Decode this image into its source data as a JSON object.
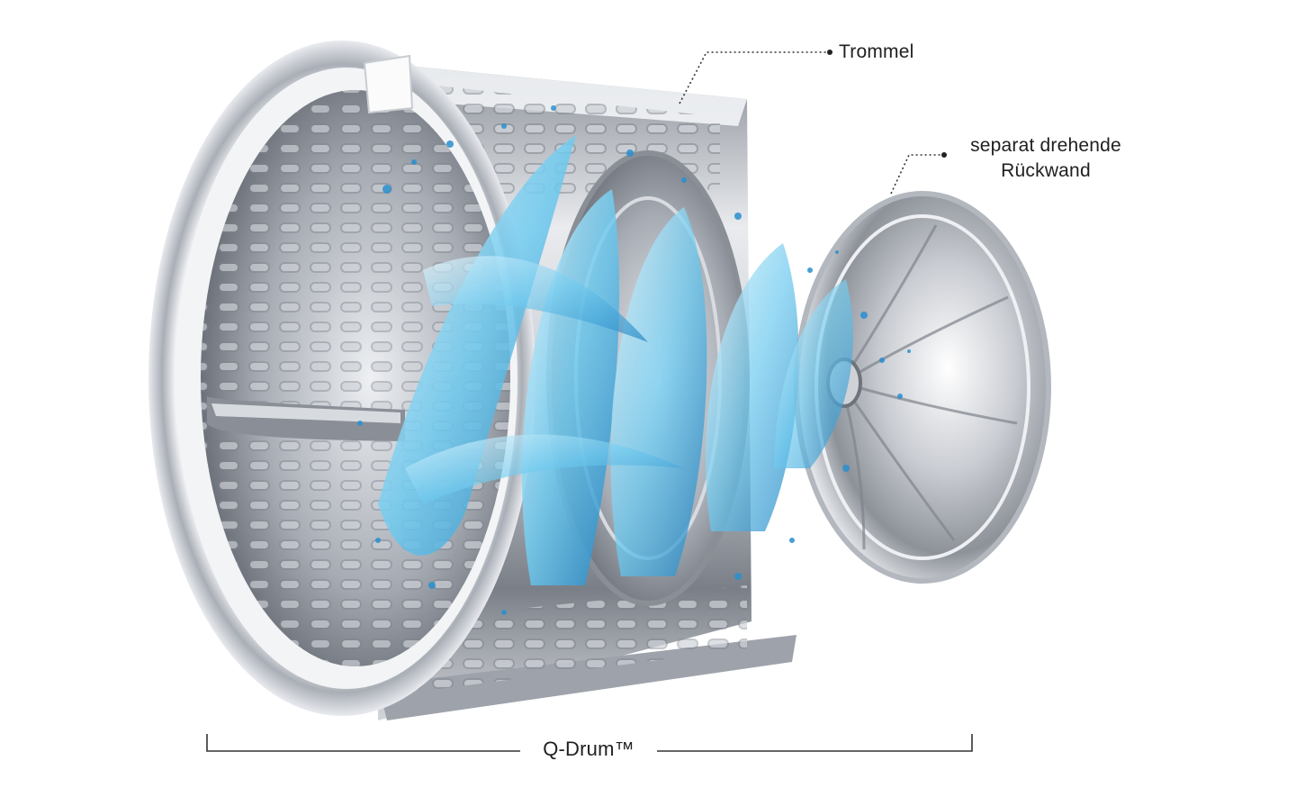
{
  "annotations": {
    "trommel": "Trommel",
    "rueckwand_line1": "separat drehende",
    "rueckwand_line2": "Rückwand",
    "qdrum": "Q-Drum™"
  },
  "colors": {
    "steel_light": "#f4f5f7",
    "steel_mid": "#b9bdc4",
    "steel_dark": "#5d626a",
    "water_light": "#cdeefb",
    "water_mid": "#5fc3ea",
    "water_dark": "#1b7fc0",
    "text": "#1f1f1f",
    "leader": "#333333"
  },
  "icons": [
    "drum-illustration",
    "water-splash",
    "back-plate-illustration"
  ]
}
